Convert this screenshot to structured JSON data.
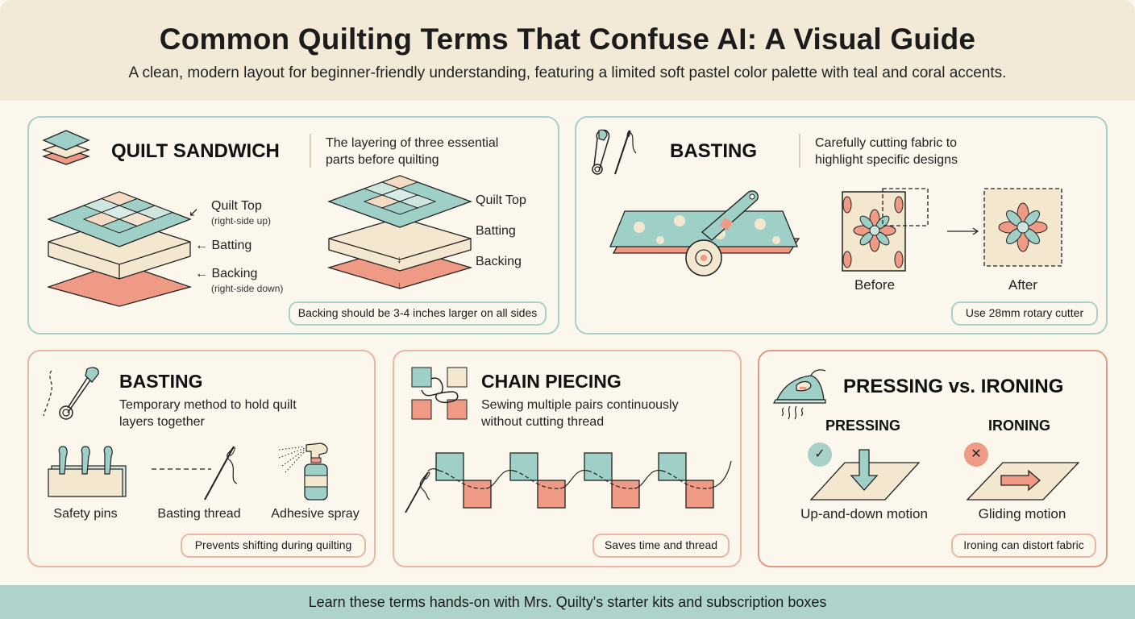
{
  "header": {
    "title": "Common Quilting Terms That Confuse AI: A Visual Guide",
    "subtitle": "A clean, modern layout for beginner-friendly understanding, featuring a limited soft pastel color palette with teal and coral accents."
  },
  "colors": {
    "teal": "#9fd0c7",
    "coral": "#ef9a85",
    "cream": "#f3e7d0",
    "background": "#fbf7ec",
    "header_bg": "#f2ead6",
    "footer_bg": "#aed3cb"
  },
  "cards": {
    "quilt_sandwich": {
      "title": "QUILT SANDWICH",
      "description_line1": "The layering of three essential",
      "description_line2": "parts before quilting",
      "left_labels": {
        "quilt_top": "Quilt Top",
        "quilt_top_note": "(right-side up)",
        "batting": "Batting",
        "backing": "Backing",
        "backing_note": "(right-side down)"
      },
      "right_labels": {
        "quilt_top": "Quilt Top",
        "batting": "Batting",
        "backing": "Backing"
      },
      "tip": "Backing should be 3-4 inches larger on all sides"
    },
    "basting_top": {
      "title": "BASTING",
      "description_line1": "Carefully cutting fabric to",
      "description_line2": "highlight specific designs",
      "before_label": "Before",
      "after_label": "After",
      "tip": "Use 28mm rotary cutter"
    },
    "basting_bottom": {
      "title": "BASTING",
      "description_line1": "Temporary method to hold quilt",
      "description_line2": "layers together",
      "items": [
        {
          "label": "Safety pins",
          "icon": "safety-pins-icon"
        },
        {
          "label": "Basting thread",
          "icon": "needle-thread-icon"
        },
        {
          "label": "Adhesive spray",
          "icon": "spray-bottle-icon"
        }
      ],
      "tip": "Prevents shifting during quilting"
    },
    "chain_piecing": {
      "title": "CHAIN PIECING",
      "description_line1": "Sewing multiple pairs continuously",
      "description_line2": "without cutting thread",
      "tip": "Saves time and thread"
    },
    "pressing_ironing": {
      "title": "PRESSING vs. IRONING",
      "pressing": {
        "heading": "PRESSING",
        "caption": "Up-and-down motion",
        "status": "check"
      },
      "ironing": {
        "heading": "IRONING",
        "caption": "Gliding motion",
        "status": "cross"
      },
      "tip": "Ironing can distort fabric"
    }
  },
  "footer": {
    "text": "Learn these terms hands-on with Mrs. Quilty's starter kits and subscription boxes"
  }
}
